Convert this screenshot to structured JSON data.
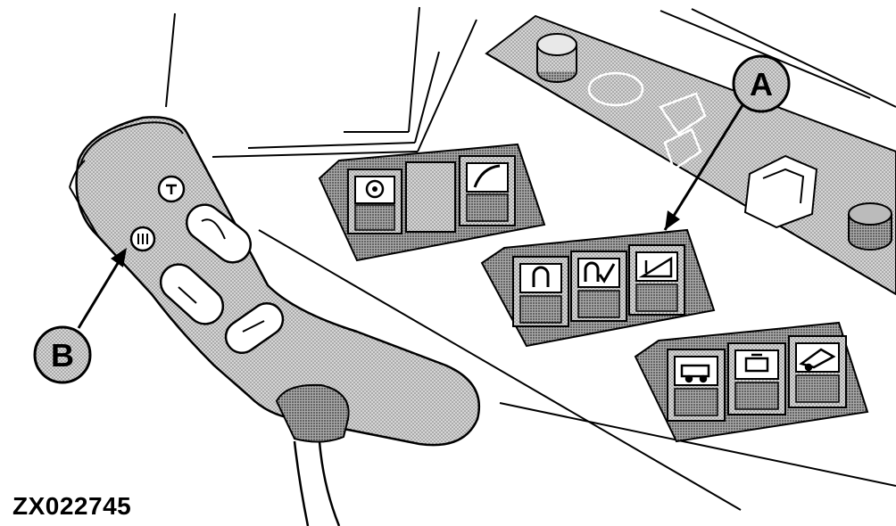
{
  "figure": {
    "id": "ZX022745"
  },
  "callouts": [
    {
      "letter": "A",
      "target": "switch-panel-middle"
    },
    {
      "letter": "B",
      "target": "joystick-button"
    }
  ],
  "colors": {
    "line": "#000000",
    "shade": "#c8c8c8",
    "dark_shade": "#8c8c8c",
    "background": "#ffffff"
  },
  "icons": [
    "steering-wheel-icon",
    "curved-arrow-icon",
    "horseshoe-icon",
    "horseshoe-check-icon",
    "ramp-icon",
    "trailer-icon",
    "engine-icon",
    "dump-trailer-icon",
    "cab-icon"
  ]
}
